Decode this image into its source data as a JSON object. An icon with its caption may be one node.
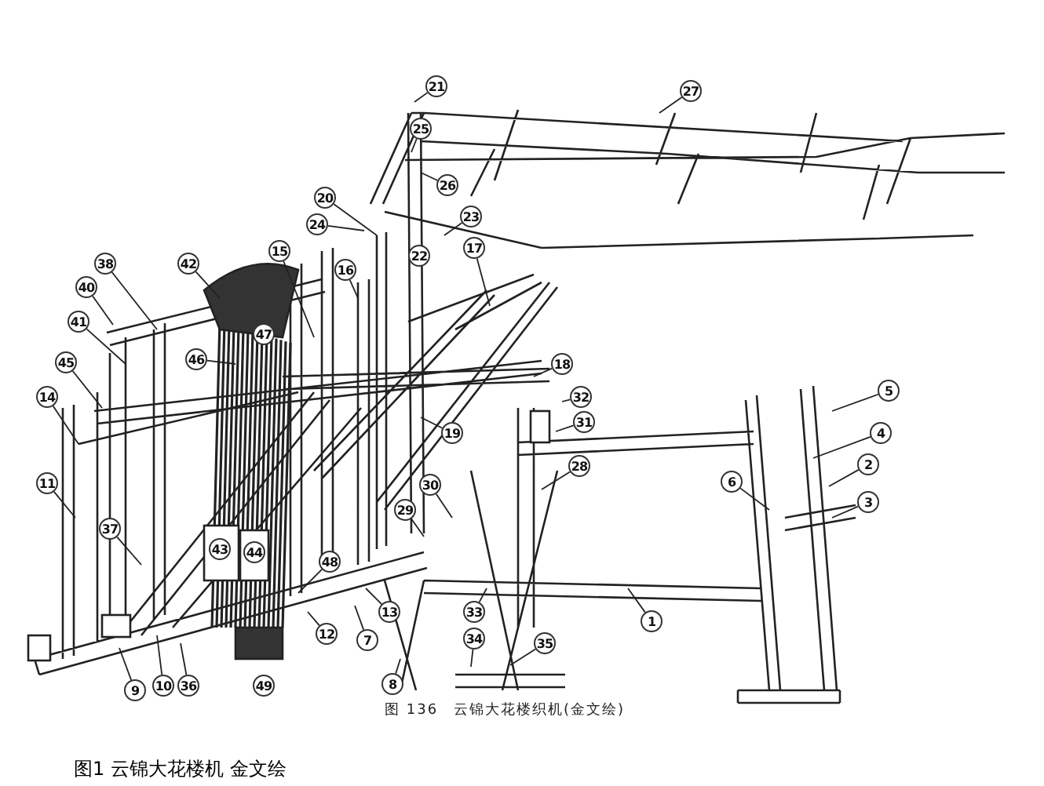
{
  "diagram": {
    "caption": "图1 云锦大花楼机 金文绘",
    "nodes": [
      {
        "text": [
          "21"
        ]
      },
      {
        "text": [
          "27"
        ]
      },
      {
        "text": [
          "25"
        ]
      },
      {
        "text": [
          "26"
        ]
      },
      {
        "text": [
          "20"
        ]
      },
      {
        "text": [
          "23"
        ]
      },
      {
        "text": [
          "24"
        ]
      },
      {
        "text": [
          "17"
        ]
      },
      {
        "text": [
          "15"
        ]
      },
      {
        "text": [
          "22"
        ]
      },
      {
        "text": [
          "42"
        ]
      },
      {
        "text": [
          "38"
        ]
      },
      {
        "text": [
          "16"
        ]
      },
      {
        "text": [
          "40"
        ]
      },
      {
        "text": [
          "41"
        ]
      },
      {
        "text": [
          "47"
        ]
      },
      {
        "text": [
          "46"
        ]
      },
      {
        "text": [
          "45"
        ]
      },
      {
        "text": [
          "18"
        ]
      },
      {
        "text": [
          "5"
        ]
      },
      {
        "text": [
          "14"
        ]
      },
      {
        "text": [
          "32"
        ]
      },
      {
        "text": [
          "31"
        ]
      },
      {
        "text": [
          "19"
        ]
      },
      {
        "text": [
          "4"
        ]
      },
      {
        "text": [
          "2"
        ]
      },
      {
        "text": [
          "28"
        ]
      },
      {
        "text": [
          "6"
        ]
      },
      {
        "text": [
          "11"
        ]
      },
      {
        "text": [
          "30"
        ]
      },
      {
        "text": [
          "3"
        ]
      },
      {
        "text": [
          "29"
        ]
      },
      {
        "text": [
          "37"
        ]
      },
      {
        "text": [
          "43"
        ]
      },
      {
        "text": [
          "44"
        ]
      },
      {
        "text": [
          "48"
        ]
      },
      {
        "text": [
          "13"
        ]
      },
      {
        "text": [
          "33"
        ]
      },
      {
        "text": [
          "1"
        ]
      },
      {
        "text": [
          "12"
        ]
      },
      {
        "text": [
          "7"
        ]
      },
      {
        "text": [
          "34"
        ]
      },
      {
        "text": [
          "35"
        ]
      },
      {
        "text": [
          "10"
        ]
      },
      {
        "text": [
          "36"
        ]
      },
      {
        "text": [
          "49"
        ]
      },
      {
        "text": [
          "8"
        ]
      },
      {
        "text": [
          "9"
        ]
      }
    ],
    "edges": [
      {
        "from": 0,
        "to": null,
        "arrow": "none"
      },
      {
        "from": 1,
        "to": null,
        "arrow": "none"
      },
      {
        "from": 2,
        "to": null,
        "arrow": "none"
      },
      {
        "from": 3,
        "to": null,
        "arrow": "none"
      },
      {
        "from": 4,
        "to": null,
        "arrow": "none"
      },
      {
        "from": 5,
        "to": null,
        "arrow": "none"
      },
      {
        "from": 6,
        "to": null,
        "arrow": "none"
      },
      {
        "from": 7,
        "to": null,
        "arrow": "none"
      },
      {
        "from": 8,
        "to": null,
        "arrow": "none"
      },
      {
        "from": 10,
        "to": null,
        "arrow": "none"
      },
      {
        "from": 11,
        "to": null,
        "arrow": "none"
      },
      {
        "from": 12,
        "to": null,
        "arrow": "none"
      },
      {
        "from": 13,
        "to": null,
        "arrow": "none"
      },
      {
        "from": 14,
        "to": null,
        "arrow": "none"
      },
      {
        "from": 16,
        "to": null,
        "arrow": "none"
      },
      {
        "from": 17,
        "to": null,
        "arrow": "none"
      },
      {
        "from": 18,
        "to": null,
        "arrow": "none"
      },
      {
        "from": 19,
        "to": null,
        "arrow": "none"
      },
      {
        "from": 20,
        "to": null,
        "arrow": "none"
      },
      {
        "from": 21,
        "to": null,
        "arrow": "none"
      },
      {
        "from": 22,
        "to": null,
        "arrow": "none"
      },
      {
        "from": 23,
        "to": null,
        "arrow": "none"
      },
      {
        "from": 24,
        "to": null,
        "arrow": "none"
      },
      {
        "from": 25,
        "to": null,
        "arrow": "none"
      },
      {
        "from": 26,
        "to": null,
        "arrow": "none"
      },
      {
        "from": 27,
        "to": null,
        "arrow": "none"
      },
      {
        "from": 28,
        "to": null,
        "arrow": "none"
      },
      {
        "from": 29,
        "to": null,
        "arrow": "none"
      },
      {
        "from": 30,
        "to": null,
        "arrow": "none"
      },
      {
        "from": 31,
        "to": null,
        "arrow": "none"
      },
      {
        "from": 32,
        "to": null,
        "arrow": "none"
      },
      {
        "from": 35,
        "to": null,
        "arrow": "none"
      },
      {
        "from": 36,
        "to": null,
        "arrow": "none"
      },
      {
        "from": 37,
        "to": null,
        "arrow": "none"
      },
      {
        "from": 38,
        "to": null,
        "arrow": "none"
      },
      {
        "from": 39,
        "to": null,
        "arrow": "none"
      },
      {
        "from": 40,
        "to": null,
        "arrow": "none"
      },
      {
        "from": 41,
        "to": null,
        "arrow": "none"
      },
      {
        "from": 42,
        "to": null,
        "arrow": "none"
      },
      {
        "from": 43,
        "to": null,
        "arrow": "none"
      },
      {
        "from": 44,
        "to": null,
        "arrow": "none"
      },
      {
        "from": 46,
        "to": null,
        "arrow": "none"
      },
      {
        "from": 47,
        "to": null,
        "arrow": "none"
      }
    ],
    "labels": [
      "图 136　云锦大花楼织机(金文绘)"
    ]
  }
}
